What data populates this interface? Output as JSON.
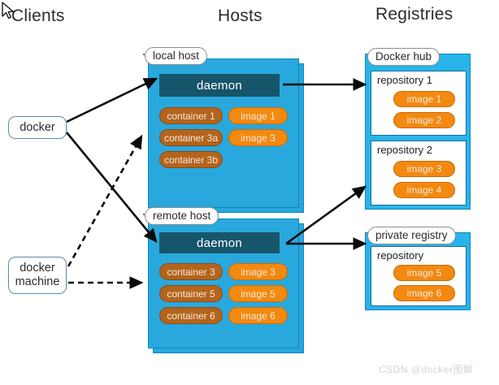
{
  "columns": {
    "clients": "Clients",
    "hosts": "Hosts",
    "registries": "Registries"
  },
  "clients": {
    "docker": {
      "label": "docker"
    },
    "docker_machine": {
      "line1": "docker",
      "line2": "machine"
    }
  },
  "hosts": [
    {
      "tab_label": "local host",
      "daemon_label": "daemon",
      "containers": [
        "container 1",
        "container 3a",
        "container 3b"
      ],
      "images": [
        "image 1",
        "image 3"
      ]
    },
    {
      "tab_label": "remote host",
      "daemon_label": "daemon",
      "containers": [
        "container 3",
        "container 5",
        "container 6"
      ],
      "images": [
        "image 3",
        "image 5",
        "image 6"
      ]
    }
  ],
  "registries": [
    {
      "tab_label": "Docker hub",
      "repositories": [
        {
          "title": "repository 1",
          "images": [
            "image 1",
            "image 2"
          ]
        },
        {
          "title": "repository 2",
          "images": [
            "image 3",
            "image 4"
          ]
        }
      ]
    },
    {
      "tab_label": "private registry",
      "repositories": [
        {
          "title": "repository",
          "images": [
            "image 5",
            "image 6"
          ]
        }
      ]
    }
  ],
  "connections": [
    {
      "from": "docker",
      "to": "local-host-daemon",
      "style": "solid"
    },
    {
      "from": "docker",
      "to": "remote-host-daemon",
      "style": "solid"
    },
    {
      "from": "docker-machine",
      "to": "local-host",
      "style": "dashed"
    },
    {
      "from": "docker-machine",
      "to": "remote-host",
      "style": "dashed"
    },
    {
      "from": "local-host-daemon",
      "to": "repository-1",
      "style": "solid"
    },
    {
      "from": "remote-host-daemon",
      "to": "repository-2",
      "style": "solid"
    },
    {
      "from": "remote-host-daemon",
      "to": "private-registry",
      "style": "solid"
    }
  ],
  "watermark": "CSDN @docker图解",
  "colors": {
    "host_panel": "#28b4ea",
    "daemon": "#17556b",
    "container": "#b4641c",
    "image": "#f3890f",
    "panel_border": "#0b86bd",
    "client_border": "#5a8ba6"
  }
}
